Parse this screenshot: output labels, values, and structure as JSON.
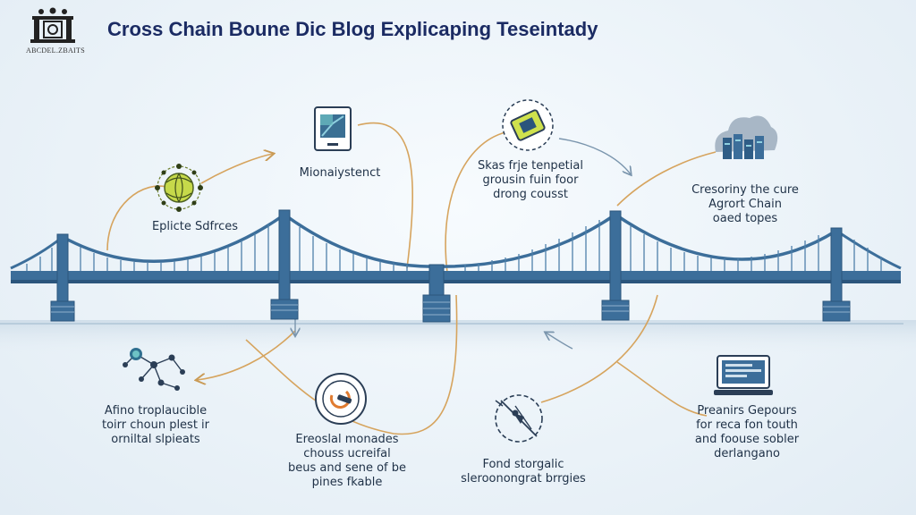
{
  "header": {
    "title": "Cross Chain Boune Dic Blog Explicaping Teseintady",
    "logo_caption": "ABCDEL.ZBAITS"
  },
  "nodes": {
    "monitor": {
      "lines": [
        "Mionaiystenct"
      ],
      "icon": "monitor-icon"
    },
    "network": {
      "lines": [
        "Eplicte Sdfrces"
      ],
      "icon": "network-globe-icon"
    },
    "chip": {
      "lines": [
        "Skas frje tenpetial",
        "grousin fuin foor",
        "drong cousst"
      ],
      "icon": "chip-icon"
    },
    "cloud": {
      "lines": [
        "Cresoriny the cure",
        "Agrort Chain",
        "oaed topes"
      ],
      "icon": "cloud-servers-icon"
    },
    "molecule": {
      "lines": [
        "Afino troplaucible",
        "toirr choun plest ir",
        "orniltal slpieats"
      ],
      "icon": "molecule-network-icon"
    },
    "disc": {
      "lines": [
        "Ereoslal monades",
        "chouss ucreifal",
        "beus and sene of be",
        "pines fkable"
      ],
      "icon": "disc-icon"
    },
    "compass": {
      "lines": [
        "Fond storgalic",
        "sleroonongrat brrgies"
      ],
      "icon": "compass-icon"
    },
    "laptop": {
      "lines": [
        "Preanirs Gepours",
        "for reca fon touth",
        "and foouse sobler",
        "derlangano"
      ],
      "icon": "laptop-icon"
    }
  },
  "colors": {
    "bridge": "#3c6e9a",
    "bridge_dark": "#2b557c",
    "cable": "#4f80aa",
    "connector": "#d6a45e",
    "title": "#1b2b63"
  }
}
